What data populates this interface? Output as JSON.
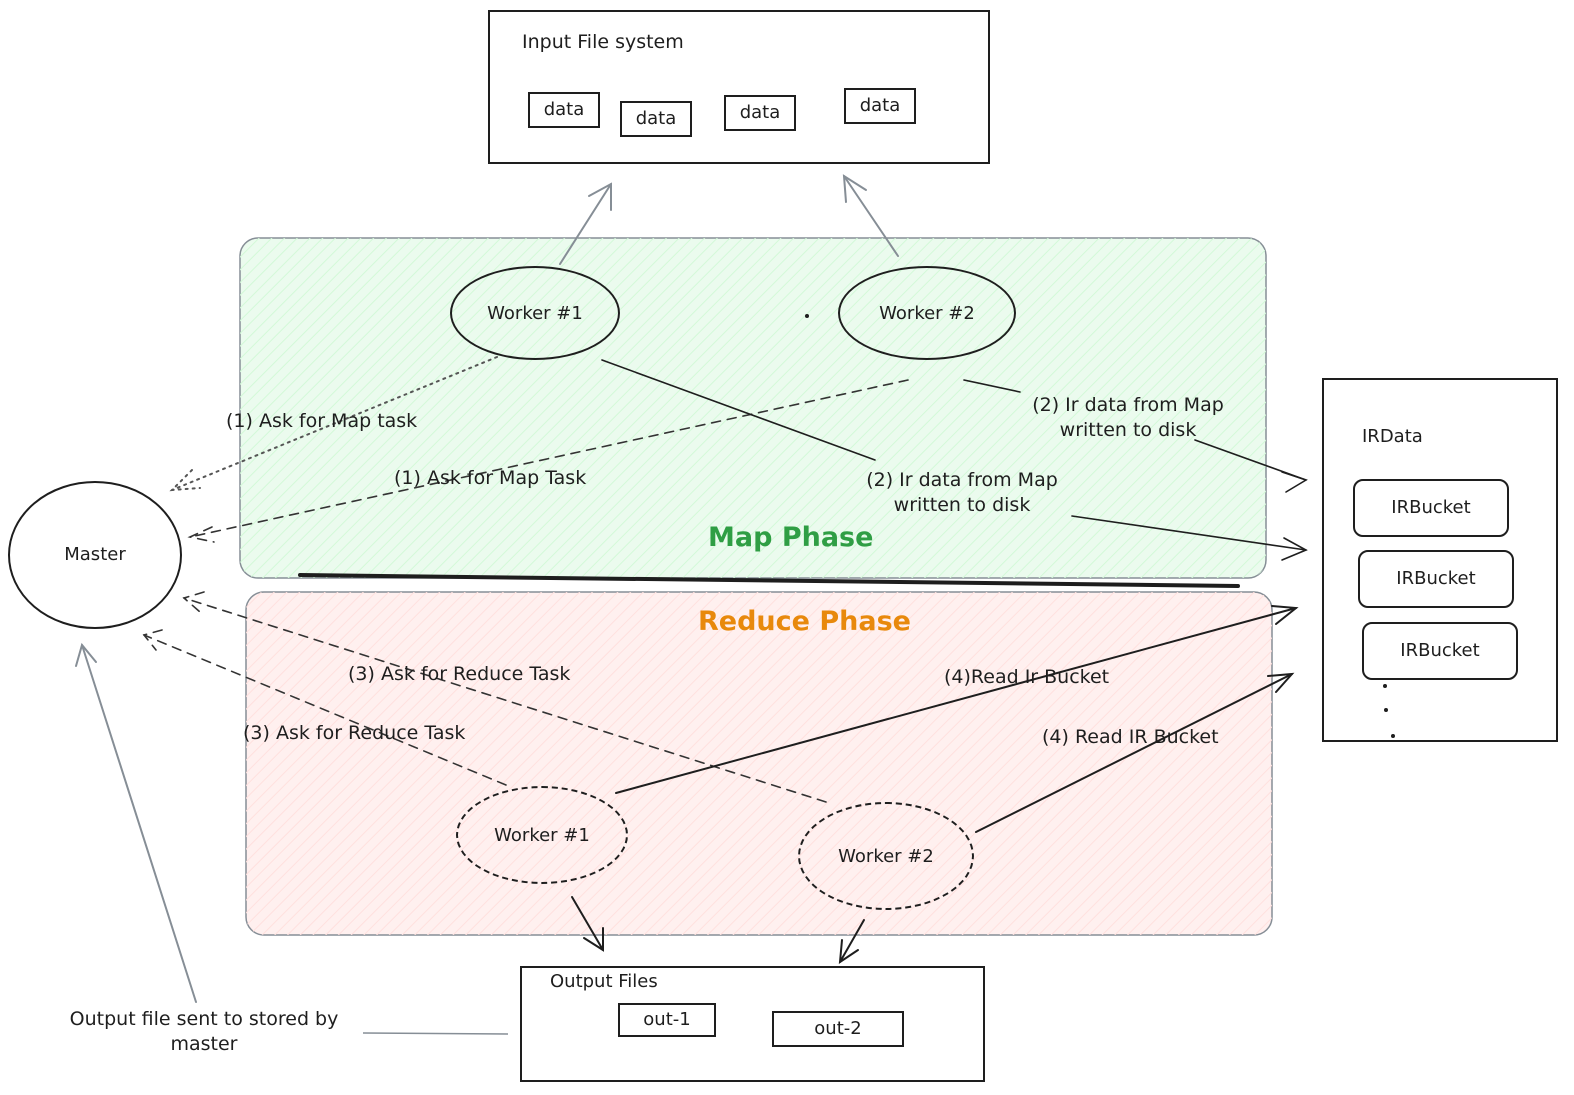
{
  "input_fs": {
    "title": "Input File system",
    "blocks": [
      "data",
      "data",
      "data",
      "data"
    ]
  },
  "map_phase": {
    "title": "Map Phase",
    "worker1": "Worker #1",
    "worker2": "Worker #2"
  },
  "reduce_phase": {
    "title": "Reduce Phase",
    "worker1": "Worker #1",
    "worker2": "Worker #2"
  },
  "master": {
    "label": "Master"
  },
  "ir_data": {
    "title": "IRData",
    "buckets": [
      "IRBucket",
      "IRBucket",
      "IRBucket"
    ]
  },
  "output_files": {
    "title": "Output Files",
    "files": [
      "out-1",
      "out-2"
    ]
  },
  "annotations": {
    "ask_map_1": "(1) Ask for Map task",
    "ask_map_2": "(1) Ask for Map Task",
    "ir_map_w2_line1": "(2) Ir data from Map",
    "ir_map_w2_line2": "written to disk",
    "ir_map_w1_line1": "(2) Ir data from Map",
    "ir_map_w1_line2": "written to disk",
    "ask_reduce_1": "(3) Ask for Reduce Task",
    "ask_reduce_2": "(3) Ask for Reduce Task",
    "read_ir_1": "(4)Read Ir Bucket",
    "read_ir_2": "(4) Read IR Bucket",
    "output_note_line1": "Output file sent to stored by",
    "output_note_line2": "master"
  },
  "colors": {
    "map_fill": "#ebfbee",
    "reduce_fill": "#fff0ef",
    "map_title": "#2f9e44",
    "reduce_title": "#e8890c"
  }
}
